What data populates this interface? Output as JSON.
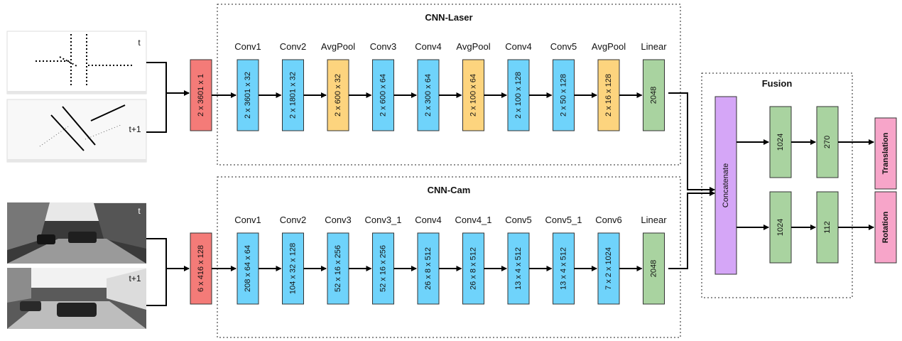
{
  "colors": {
    "input": "#f47b78",
    "conv": "#6fd3fb",
    "pool": "#fdd47e",
    "linear": "#a9d3a0",
    "concat": "#d5a6f7",
    "output": "#f7a5c9"
  },
  "laser_branch": {
    "title": "CNN-Laser",
    "input_dim": "2 x 3601 x 1",
    "images": [
      "t",
      "t+1"
    ],
    "layers": [
      {
        "name": "Conv1",
        "dim": "2 x 3601 x 32",
        "kind": "conv"
      },
      {
        "name": "Conv2",
        "dim": "2 x 1801 x 32",
        "kind": "conv"
      },
      {
        "name": "AvgPool",
        "dim": "2 x 600 x 32",
        "kind": "pool"
      },
      {
        "name": "Conv3",
        "dim": "2 x 600 x 64",
        "kind": "conv"
      },
      {
        "name": "Conv4",
        "dim": "2 x 300 x 64",
        "kind": "conv"
      },
      {
        "name": "AvgPool",
        "dim": "2 x 100 x 64",
        "kind": "pool"
      },
      {
        "name": "Conv4",
        "dim": "2 x 100 x 128",
        "kind": "conv"
      },
      {
        "name": "Conv5",
        "dim": "2 x 50 x 128",
        "kind": "conv"
      },
      {
        "name": "AvgPool",
        "dim": "2 x 16 x 128",
        "kind": "pool"
      }
    ],
    "linear": {
      "name": "Linear",
      "dim": "2048"
    }
  },
  "cam_branch": {
    "title": "CNN-Cam",
    "input_dim": "6 x 416 x 128",
    "images": [
      "t",
      "t+1"
    ],
    "layers": [
      {
        "name": "Conv1",
        "dim": "208 x 64 x 64",
        "kind": "conv"
      },
      {
        "name": "Conv2",
        "dim": "104 x 32 x 128",
        "kind": "conv"
      },
      {
        "name": "Conv3",
        "dim": "52 x 16 x 256",
        "kind": "conv"
      },
      {
        "name": "Conv3_1",
        "dim": "52 x 16 x 256",
        "kind": "conv"
      },
      {
        "name": "Conv4",
        "dim": "26 x 8 x 512",
        "kind": "conv"
      },
      {
        "name": "Conv4_1",
        "dim": "26 x 8 x 512",
        "kind": "conv"
      },
      {
        "name": "Conv5",
        "dim": "13 x 4 x 512",
        "kind": "conv"
      },
      {
        "name": "Conv5_1",
        "dim": "13 x 4 x 512",
        "kind": "conv"
      },
      {
        "name": "Conv6",
        "dim": "7 x 2 x 1024",
        "kind": "conv"
      }
    ],
    "linear": {
      "name": "Linear",
      "dim": "2048"
    }
  },
  "fusion": {
    "title": "Fusion",
    "concat_label": "Concatenate",
    "translation_path": {
      "fc1": "1024",
      "fc2": "270",
      "output": "Translation"
    },
    "rotation_path": {
      "fc1": "1024",
      "fc2": "112",
      "output": "Rotation"
    }
  }
}
